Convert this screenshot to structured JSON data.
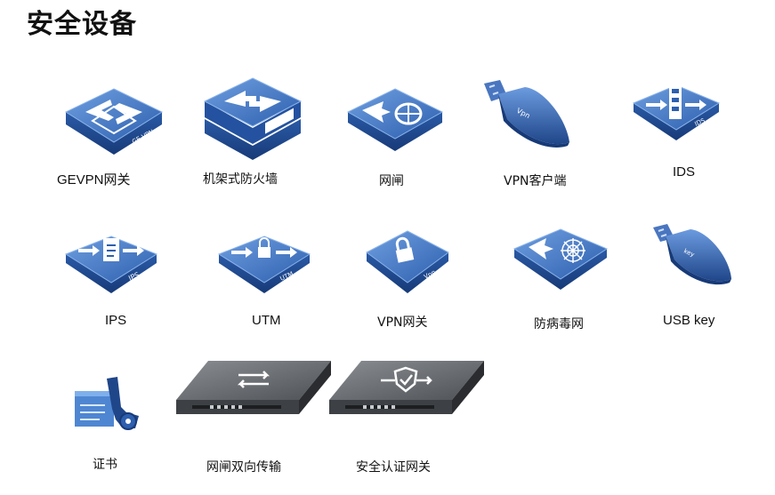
{
  "title": "安全设备",
  "devices": [
    {
      "label": "GEVPN网关",
      "icon": "gevpn-gateway-icon"
    },
    {
      "label": "机架式防火墙",
      "icon": "rack-firewall-icon"
    },
    {
      "label": "网闸",
      "icon": "network-gatekeeper-icon"
    },
    {
      "label": "VPN客户端",
      "icon": "vpn-client-usb-icon"
    },
    {
      "label": "IDS",
      "icon": "ids-icon"
    },
    {
      "label": "IPS",
      "icon": "ips-icon"
    },
    {
      "label": "UTM",
      "icon": "utm-icon"
    },
    {
      "label": "VPN网关",
      "icon": "vpn-gateway-icon"
    },
    {
      "label": "防病毒网",
      "icon": "antivirus-gateway-icon"
    },
    {
      "label": "USB key",
      "icon": "usb-key-icon"
    },
    {
      "label": "证书",
      "icon": "certificate-icon"
    },
    {
      "label": "网闸双向传输",
      "icon": "bidirectional-gatekeeper-icon"
    },
    {
      "label": "安全认证网关",
      "icon": "security-auth-gateway-icon"
    }
  ],
  "icon_text": {
    "gevpn": "GE VPN",
    "ids": "IDS",
    "ips": "IPS",
    "utm": "UTM",
    "vpn": "Vpn",
    "vpn_client": "Vpn",
    "usb_key": "key"
  },
  "colors": {
    "device_blue": "#2f63b4",
    "device_dark": "#1d4384",
    "device_light": "#5d8fd6",
    "appliance_gray": "#6c7074"
  }
}
